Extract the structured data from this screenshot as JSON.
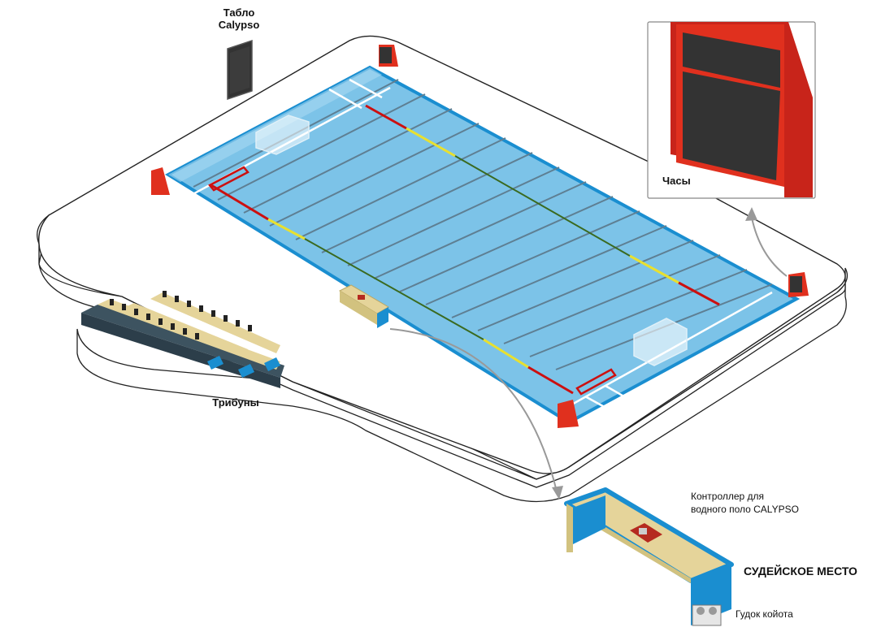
{
  "labels": {
    "scoreboard": "Табло\nCalypso",
    "clock": "Часы",
    "stands": "Трибуны",
    "controller": "Контроллер для\nводного поло CALYPSO",
    "judge_area": "СУДЕЙСКОЕ МЕСТО",
    "horn": "Гудок койота"
  },
  "colors": {
    "pool_water": "#7cc3e8",
    "pool_rim": "#1a8ed0",
    "clock_red": "#e0301e",
    "display_dark": "#333333",
    "table_top": "#e5d49a",
    "table_blue": "#1a8ed0"
  }
}
